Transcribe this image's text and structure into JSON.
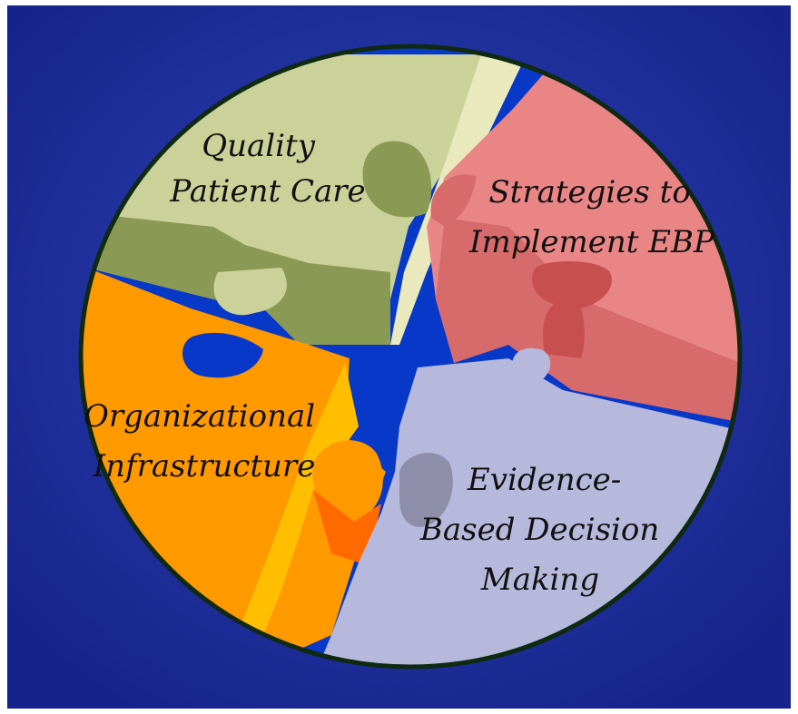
{
  "diagram": {
    "pieces": [
      {
        "id": "quality-patient-care",
        "lines": [
          "Quality",
          "Patient Care"
        ]
      },
      {
        "id": "strategies-implement-ebp",
        "lines": [
          "Strategies to",
          "Implement EBP"
        ]
      },
      {
        "id": "organizational-infrastructure",
        "lines": [
          "Organizational",
          "Infrastructure"
        ]
      },
      {
        "id": "evidence-based-decision-making",
        "lines": [
          "Evidence-",
          "Based Decision",
          "Making"
        ]
      }
    ]
  },
  "colors": {
    "background": "#1b2b93",
    "background_center": "#2a3fb0",
    "circle_outline": "#0f2a10",
    "gap": "#0033cc",
    "green": "#cad29a",
    "green_dark": "#8a9a55",
    "green_light": "#e9e9bd",
    "red": "#e98585",
    "red_dark": "#c84f4f",
    "orange": "#ff9900",
    "orange_light": "#ffbf00",
    "orange_dark": "#ff6a00",
    "lavender": "#b6b9dc",
    "lavender_dark": "#8e8eab"
  }
}
